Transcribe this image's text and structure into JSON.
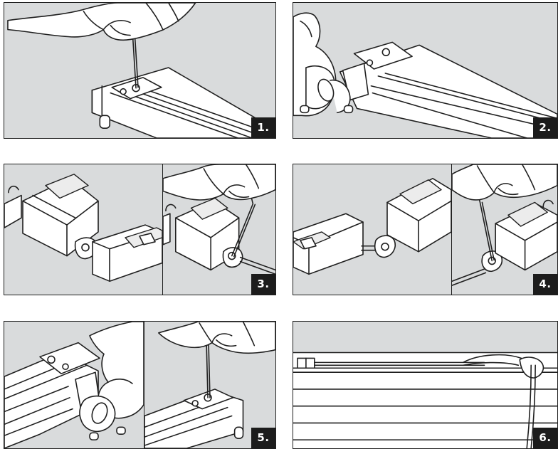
{
  "steps": {
    "s1": "1.",
    "s2": "2.",
    "s3": "3.",
    "s4": "4.",
    "s5": "5.",
    "s6": "6."
  },
  "icons": {
    "hand": "hand-icon",
    "hex_key": "hex-key-icon",
    "rail": "rail-icon",
    "connector": "connector-icon",
    "cord": "cord-icon"
  },
  "colors": {
    "panel_background": "#d9dbdc",
    "outline": "#1f1f1f",
    "step_badge": "#1c1c1c",
    "step_text": "#ffffff"
  }
}
